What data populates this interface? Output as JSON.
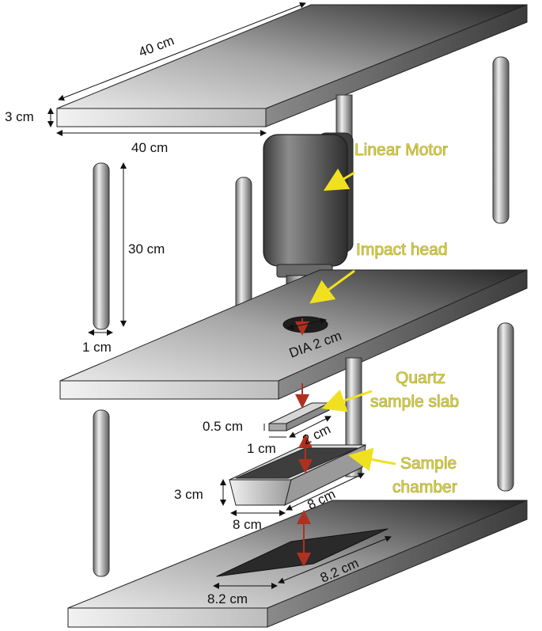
{
  "dimensions": {
    "top_plate_length": "40 cm",
    "top_plate_width": "40 cm",
    "plate_thickness": "3 cm",
    "rod_height": "30 cm",
    "rod_diameter": "1 cm",
    "impact_head_diameter": "DIA 2 cm",
    "slab_thickness": "0.5 cm",
    "slab_width": "1 cm",
    "slab_length": "2 cm",
    "chamber_height": "3 cm",
    "chamber_width": "8 cm",
    "chamber_length": "8 cm",
    "recess_width": "8.2 cm",
    "recess_length": "8.2 cm"
  },
  "callouts": {
    "linear_motor": "Linear Motor",
    "impact_head": "Impact head",
    "quartz_line1": "Quartz",
    "quartz_line2": "sample slab",
    "chamber_line1": "Sample",
    "chamber_line2": "chamber"
  },
  "colors": {
    "plate_top_light": "#e4e4e4",
    "plate_top_dark": "#2a2a2a",
    "metal": "#9a9a9a",
    "motor": "#5a5a5a",
    "callout_text": "#d8cf3a",
    "callout_arrow": "#f0e020",
    "impact_arrow": "#b03020"
  }
}
